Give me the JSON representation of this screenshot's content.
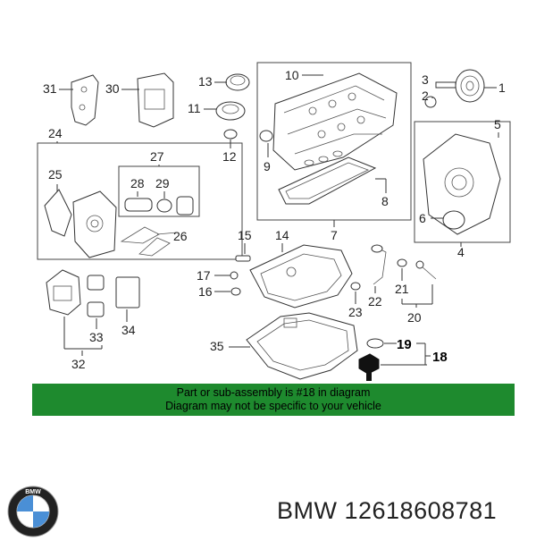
{
  "callouts": {
    "c1": "1",
    "c2": "2",
    "c3": "3",
    "c4": "4",
    "c5": "5",
    "c6": "6",
    "c7": "7",
    "c8": "8",
    "c9": "9",
    "c10": "10",
    "c11": "11",
    "c12": "12",
    "c13": "13",
    "c14": "14",
    "c15": "15",
    "c16": "16",
    "c17": "17",
    "c18": "18",
    "c19": "19",
    "c20": "20",
    "c21": "21",
    "c22": "22",
    "c23": "23",
    "c24": "24",
    "c25": "25",
    "c26": "26",
    "c27": "27",
    "c28": "28",
    "c29": "29",
    "c30": "30",
    "c31": "31",
    "c32": "32",
    "c33": "33",
    "c34": "34",
    "c35": "35"
  },
  "banner": {
    "line1": "Part or sub-assembly is #18 in diagram",
    "line2": "Diagram may not be specific to your vehicle",
    "color": "#1e8a2e"
  },
  "brand": {
    "text": "BMW 12618608781",
    "logo_icon": "bmw-roundel-icon",
    "logo_letters": "BMW"
  }
}
